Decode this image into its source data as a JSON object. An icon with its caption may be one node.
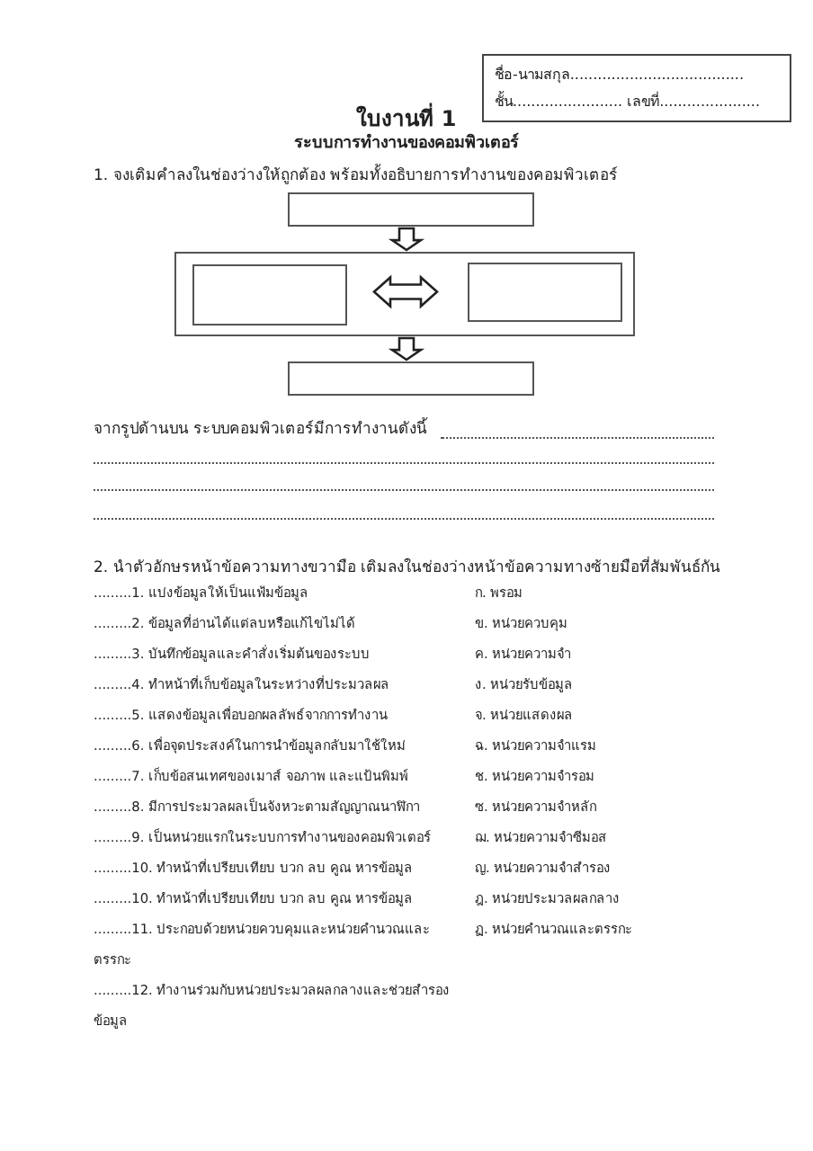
{
  "diagram": {
    "title": "ใบงานที่ 1",
    "nodes": [
      {
        "text": [],
        "shape": "box"
      },
      {
        "text": [],
        "shape": "box"
      },
      {
        "text": [],
        "shape": "box",
        "in": 1
      },
      {
        "text": [],
        "shape": "box",
        "in": 1
      },
      {
        "text": [],
        "shape": "box"
      }
    ],
    "edges": [
      {
        "from": 0,
        "to": 1,
        "arrow": "to"
      },
      {
        "from": 2,
        "to": 3,
        "arrow": "both"
      },
      {
        "from": 1,
        "to": 4,
        "arrow": "to"
      }
    ],
    "labels": [
      "ชื่อ-นามสกุล......................................",
      "ชั้น........................ เลขที่......................",
      "ระบบการทำงานของคอมพิวเตอร์",
      "1. จงเติมคำลงในช่องว่างให้ถูกต้อง พร้อมทั้งอธิบายการทำงานของคอมพิวเตอร์",
      "จากรูปด้านบน ระบบคอมพิวเตอร์มีการทำงานดังนี้",
      "2. นำตัวอักษรหน้าข้อความทางขวามือ เติมลงในช่องว่างหน้าข้อความทางซ้ายมือที่สัมพันธ์กัน",
      ".........1. แบ่งข้อมูลให้เป็นแฟ้มข้อมูล",
      ".........2. ข้อมูลที่อ่านได้แต่ลบหรือแก้ไขไม่ได้",
      ".........3. บันทึกข้อมูลและคำสั่งเริ่มต้นของระบบ",
      ".........4. ทำหน้าที่เก็บข้อมูลในระหว่างที่ประมวลผล",
      ".........5. แสดงข้อมูลเพื่อบอกผลลัพธ์จากการทำงาน",
      ".........6. เพื่อจุดประสงค์ในการนำข้อมูลกลับมาใช้ใหม่",
      ".........7. เก็บข้อสนเทศของเมาส์ จอภาพ และแป้นพิมพ์",
      ".........8. มีการประมวลผลเป็นจังหวะตามสัญญาณนาฬิกา",
      ".........9. เป็นหน่วยแรกในระบบการทำงานของคอมพิวเตอร์",
      ".........10. ทำหน้าที่เปรียบเทียบ บวก ลบ คูณ หารข้อมูล",
      ".........10. ทำหน้าที่เปรียบเทียบ บวก ลบ คูณ หารข้อมูล",
      ".........11. ประกอบด้วยหน่วยควบคุมและหน่วยคำนวณและตรรกะ",
      ".........12. ทำงานร่วมกับหน่วยประมวลผลกลางและช่วยสำรองข้อมูล",
      "ก. พรอม",
      "ข. หน่วยควบคุม",
      "ค. หน่วยความจำ",
      "ง. หน่วยรับข้อมูล",
      "จ. หน่วยแสดงผล",
      "ฉ. หน่วยความจำแรม",
      "ช. หน่วยความจำรอม",
      "ซ. หน่วยความจำหลัก",
      "ฌ. หน่วยความจำซีมอส",
      "ญ. หน่วยความจำสำรอง",
      "ฎ. หน่วยประมวลผลกลาง",
      "ฏ. หน่วยคำนวณและตรรกะ"
    ]
  }
}
